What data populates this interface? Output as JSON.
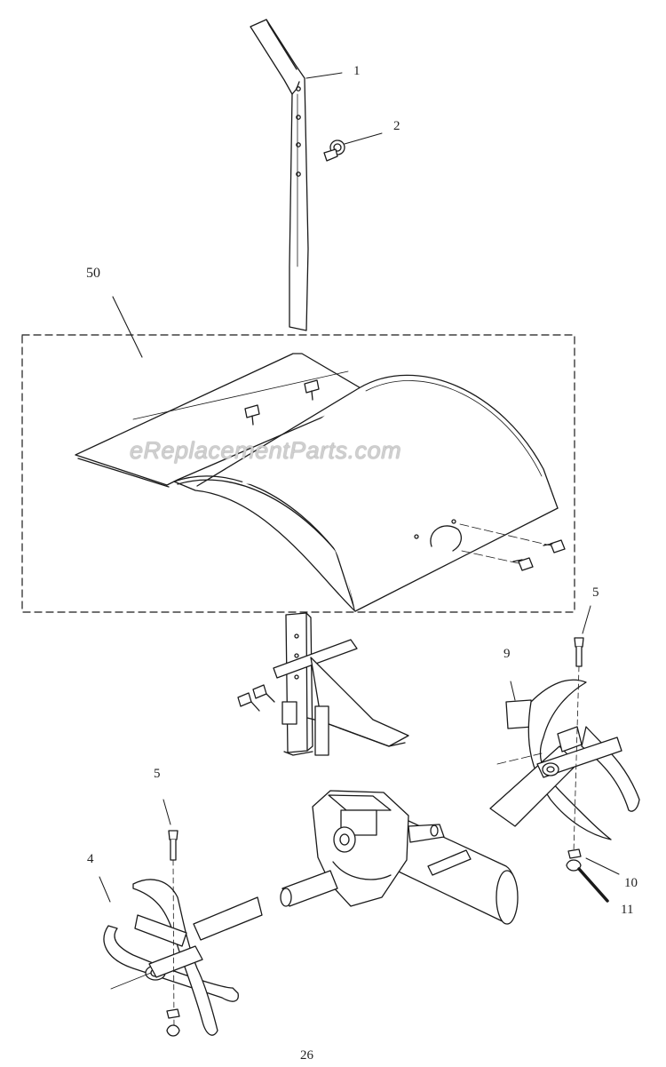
{
  "diagram": {
    "callouts": {
      "c1": "1",
      "c2": "2",
      "c50": "50",
      "c5a": "5",
      "c9": "9",
      "c5b": "5",
      "c4": "4",
      "c10": "10",
      "c11": "11"
    },
    "watermark": "eReplacementParts.com",
    "page_number": "26"
  }
}
